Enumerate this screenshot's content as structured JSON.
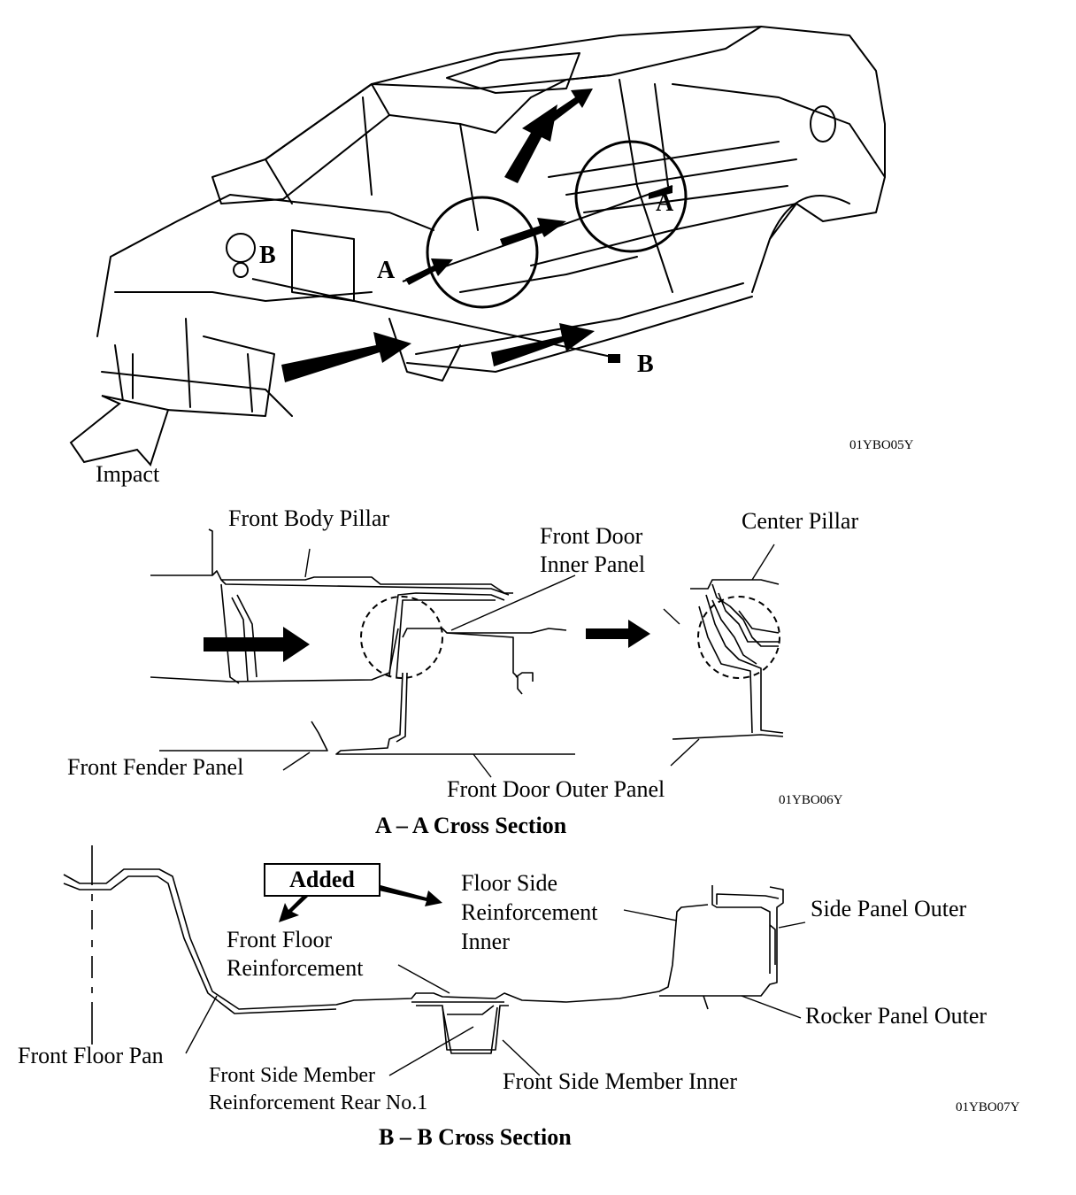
{
  "car": {
    "impact_label": "Impact",
    "section_a_left": "A",
    "section_a_right": "A",
    "section_b_left": "B",
    "section_b_right": "B",
    "figure_code": "01YBO05Y"
  },
  "section_aa": {
    "front_body_pillar": "Front Body Pillar",
    "front_door_inner_panel_line1": "Front Door",
    "front_door_inner_panel_line2": "Inner Panel",
    "center_pillar": "Center Pillar",
    "front_fender_panel": "Front Fender Panel",
    "front_door_outer_panel": "Front Door Outer Panel",
    "figure_code": "01YBO06Y",
    "caption": "A – A Cross Section"
  },
  "section_bb": {
    "added": "Added",
    "front_floor_reinforcement_line1": "Front Floor",
    "front_floor_reinforcement_line2": "Reinforcement",
    "floor_side_reinforcement_line1": "Floor Side",
    "floor_side_reinforcement_line2": "Reinforcement",
    "floor_side_reinforcement_line3": "Inner",
    "side_panel_outer": "Side Panel Outer",
    "rocker_panel_outer": "Rocker Panel Outer",
    "front_floor_pan": "Front Floor Pan",
    "front_side_member_reinf_line1": "Front Side Member",
    "front_side_member_reinf_line2": "Reinforcement Rear No.1",
    "front_side_member_inner": "Front Side Member Inner",
    "figure_code": "01YBO07Y",
    "caption": "B – B Cross Section"
  }
}
